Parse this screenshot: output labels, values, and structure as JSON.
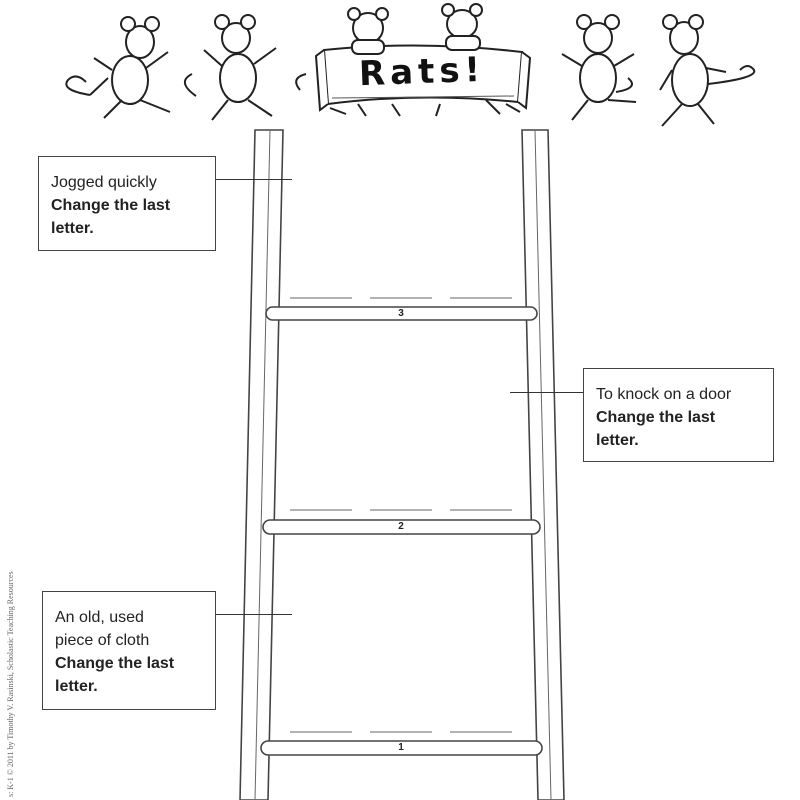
{
  "banner": {
    "title": "Rats!"
  },
  "clues": [
    {
      "hint_lines": [
        "Jogged quickly"
      ],
      "instruction_lines": [
        "Change the last",
        "letter."
      ]
    },
    {
      "hint_lines": [
        "To knock on a door"
      ],
      "instruction_lines": [
        "Change the last",
        "letter."
      ]
    },
    {
      "hint_lines": [
        "An old, used",
        "piece of cloth"
      ],
      "instruction_lines": [
        "Change the last",
        "letter."
      ]
    }
  ],
  "rungs": [
    {
      "number": "3"
    },
    {
      "number": "2"
    },
    {
      "number": "1"
    }
  ],
  "credit": "s: K-1 © 2011 by Timothy V. Rasinski, Scholastic Teaching Resources"
}
